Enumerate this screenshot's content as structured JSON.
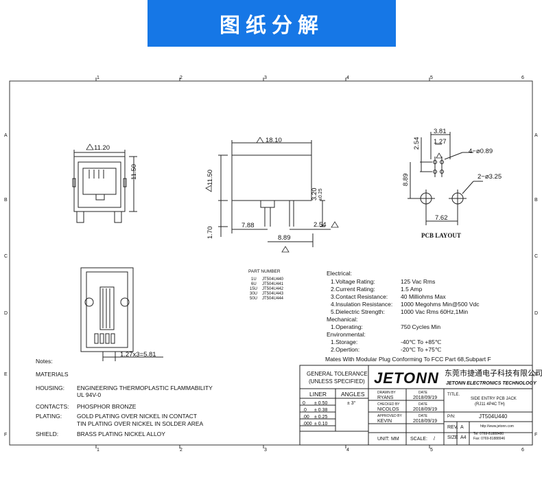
{
  "banner": {
    "title": "图纸分解"
  },
  "frame": {
    "col_marks": [
      "1",
      "2",
      "3",
      "4",
      "5",
      "6"
    ],
    "row_marks": [
      "A",
      "B",
      "C",
      "D",
      "E",
      "F"
    ]
  },
  "front_view": {
    "width_dim": "11.20",
    "height_dim": "11.50"
  },
  "side_view": {
    "width_dim": "18.10",
    "height_dim": "11.50",
    "bottom_dim": "1.70",
    "left_dim": "7.88",
    "pitch_dim": "2.54",
    "span_dim": "8.89",
    "pin_dim": "3.20",
    "pin_tol": "±0.25"
  },
  "pcb_layout": {
    "top_dim": "3.81",
    "inner_dim": "1.27",
    "left_dim": "2.54",
    "height_dim": "8.89",
    "hole_small": "4−ø0.89",
    "hole_large": "2−ø3.25",
    "bottom_dim": "7.62",
    "title": "PCB LAYOUT"
  },
  "bottom_view": {
    "pitch_dim": "1.27x3=5.81"
  },
  "part_number": {
    "header": "PART NUMBER",
    "rows": [
      {
        "plating": "1U",
        "pn": "JT504U440"
      },
      {
        "plating": "6U",
        "pn": "JT504U441"
      },
      {
        "plating": "15U",
        "pn": "JT504U442"
      },
      {
        "plating": "30U",
        "pn": "JT504U443"
      },
      {
        "plating": "50U",
        "pn": "JT504U444"
      }
    ]
  },
  "specs": {
    "electrical_title": "Electrical:",
    "electrical": [
      {
        "label": "1.Voltage Rating:",
        "value": "125 Vac Rms"
      },
      {
        "label": "2.Current Rating:",
        "value": "1.5 Amp"
      },
      {
        "label": "3.Contact Resistance:",
        "value": "40 Milliohms Max"
      },
      {
        "label": "4.Insulation Resistance:",
        "value": "1000 Megohms Min@500 Vdc"
      },
      {
        "label": "5.Dielectric Strength:",
        "value": "1000 Vac Rms 60Hz,1Min"
      }
    ],
    "mechanical_title": "Mechanical:",
    "mechanical": [
      {
        "label": "1.Operating:",
        "value": "750 Cycles Min"
      }
    ],
    "environmental_title": "Environmental:",
    "environmental": [
      {
        "label": "1.Storage:",
        "value": "-40℃ To +85℃"
      },
      {
        "label": "2.Opertion:",
        "value": "-20℃ To +75℃"
      }
    ],
    "mates_note": "Mates With Modular Plug Conforming To FCC Part 68,Subpart F"
  },
  "notes": {
    "title": "Notes:",
    "materials_title": "MATERIALS",
    "items": [
      {
        "label": "HOUSING:",
        "value": "ENGINEERING THERMOPLASTIC FLAMMABILITY",
        "value2": "UL 94V-0"
      },
      {
        "label": "CONTACTS:",
        "value": "PHOSPHOR BRONZE",
        "value2": ""
      },
      {
        "label": "PLATING:",
        "value": "GOLD PLATING OVER NICKEL IN CONTACT",
        "value2": "TIN PLATING OVER NICKEL IN SOLDER AREA"
      },
      {
        "label": "SHIELD:",
        "value": "BRASS PLATING NICKEL ALLOY",
        "value2": ""
      }
    ]
  },
  "title_block": {
    "tolerance_title": "GENERAL TOLERANCE",
    "tolerance_sub": "(UNLESS SPECIFIED)",
    "liner": "LINER",
    "angles": "ANGLES",
    "tol_rows": [
      {
        "digits": "0",
        "value": "± 0.50"
      },
      {
        "digits": ".0",
        "value": "± 0.38"
      },
      {
        "digits": ".00",
        "value": "± 0.25"
      },
      {
        "digits": ".000",
        "value": "± 0.10"
      }
    ],
    "angle_tol": "± 3°",
    "logo": "JETONN",
    "company_cn": "东莞市捷通电子科技有限公司",
    "company_en": "JETONN ELECTRONICS TECHNOLOGY",
    "drawn_label": "DRAWN BY",
    "drawn": "RYANS",
    "checked_label": "CHECKED BY",
    "checked": "NICOLOS",
    "approved_label": "APPROVED BY",
    "approved": "KEVIN",
    "date_label": "DATE",
    "date": "2018/09/19",
    "title_label": "TITLE.",
    "title1": "SIDE ENTRY PCB JACK",
    "title2": "(RJ11  4P4C TH)",
    "pn_label": "P/N:",
    "pn": "JT504U440",
    "unit_label": "UNIT:",
    "unit": "MM",
    "scale_label": "SCALE:",
    "scale": "/",
    "rev_label": "REV.",
    "rev": "A",
    "size_label": "SIZE",
    "size": "A4",
    "tel": "Tel:  0769-81888480",
    "fax": "Fax:  0769-81888946",
    "web": "http://www.jetonn.com"
  }
}
